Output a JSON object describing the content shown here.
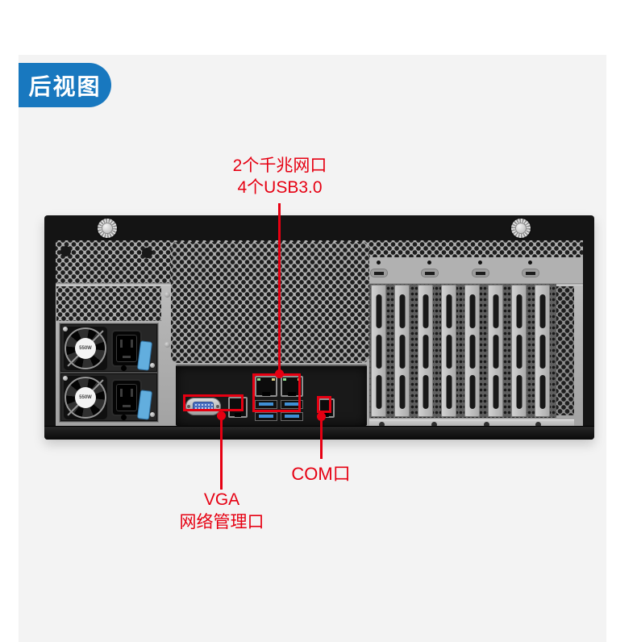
{
  "badge": {
    "label": "后视图"
  },
  "annotations": {
    "accent_color": "#e60012",
    "top": {
      "line1": "2个千兆网口",
      "line2": "4个USB3.0",
      "target": "lan-usb-block"
    },
    "vga": {
      "line1": "VGA",
      "line2": "网络管理口",
      "target": "vga-and-management-lan"
    },
    "com": {
      "label": "COM口",
      "target": "com-port"
    }
  },
  "chassis": {
    "psu": {
      "count": 2,
      "fan_label": "550W"
    },
    "io_ports": {
      "vga": "vga-port",
      "management_lan": "management-lan-port",
      "gigabit_lan_count": 2,
      "usb3_count": 4,
      "com": "com-port"
    },
    "pci_slot_count": 8,
    "thumbscrew_count": 2
  },
  "colors": {
    "badge_blue": "#1878bf",
    "annotation_red": "#e60012",
    "card_gray": "#f3f3f3",
    "chassis_black": "#141414"
  }
}
